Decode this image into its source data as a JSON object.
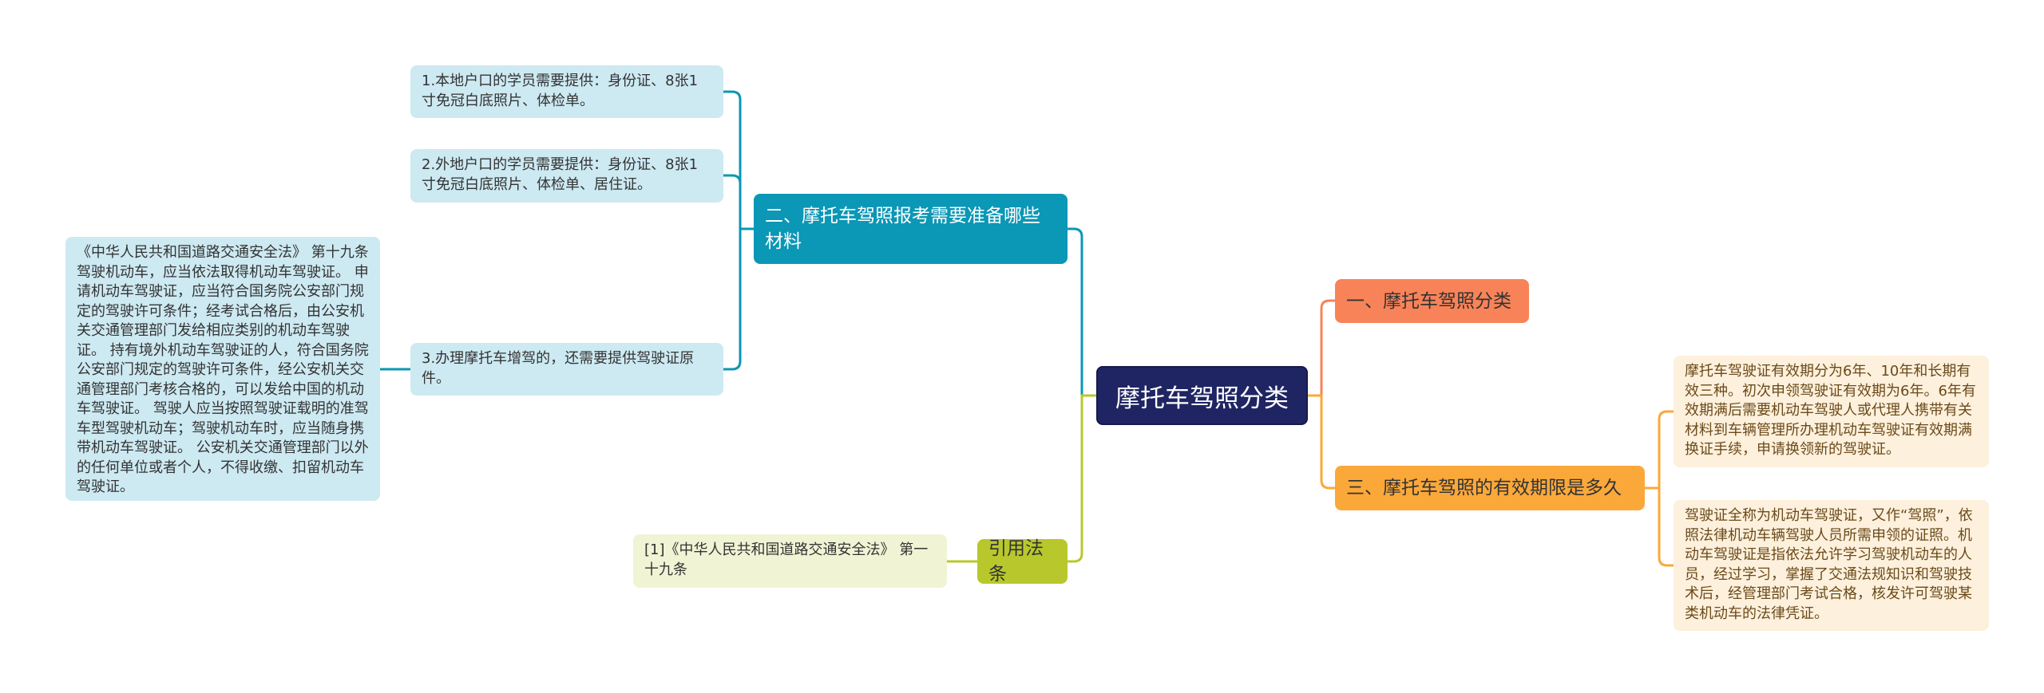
{
  "root": {
    "label": "摩托车驾照分类"
  },
  "branches": {
    "materials": {
      "label": "二、摩托车驾照报考需要准备哪些材料",
      "items": [
        "1.本地户口的学员需要提供：身份证、8张1寸免冠白底照片、体检单。",
        "2.外地户口的学员需要提供：身份证、8张1寸免冠白底照片、体检单、居住证。",
        "3.办理摩托车增驾的，还需要提供驾驶证原件。"
      ],
      "law_note": "《中华人民共和国道路交通安全法》 第十九条 驾驶机动车，应当依法取得机动车驾驶证。 申请机动车驾驶证，应当符合国务院公安部门规定的驾驶许可条件；经考试合格后，由公安机关交通管理部门发给相应类别的机动车驾驶证。 持有境外机动车驾驶证的人，符合国务院公安部门规定的驾驶许可条件，经公安机关交通管理部门考核合格的，可以发给中国的机动车驾驶证。 驾驶人应当按照驾驶证载明的准驾车型驾驶机动车；驾驶机动车时，应当随身携带机动车驾驶证。 公安机关交通管理部门以外的任何单位或者个人，不得收缴、扣留机动车驾驶证。"
    },
    "reference": {
      "label": "引用法条",
      "items": [
        "[1]《中华人民共和国道路交通安全法》 第一十九条"
      ]
    },
    "classification": {
      "label": "一、摩托车驾照分类"
    },
    "validity": {
      "label": "三、摩托车驾照的有效期限是多久",
      "items": [
        "摩托车驾驶证有效期分为6年、10年和长期有效三种。初次申领驾驶证有效期为6年。6年有效期满后需要机动车驾驶人或代理人携带有关材料到车辆管理所办理机动车驾驶证有效期满换证手续，申请换领新的驾驶证。",
        "驾驶证全称为机动车驾驶证，又作“驾照”，依照法律机动车辆驾驶人员所需申领的证照。机动车驾驶证是指依法允许学习驾驶机动车的人员，经过学习，掌握了交通法规知识和驾驶技术后，经管理部门考试合格，核发许可驾驶某类机动车的法律凭证。"
      ]
    }
  },
  "colors": {
    "root": "#1f2563",
    "materials": "#0b97b6",
    "classification": "#f98359",
    "validity": "#fba83a",
    "reference": "#b8c82c"
  }
}
